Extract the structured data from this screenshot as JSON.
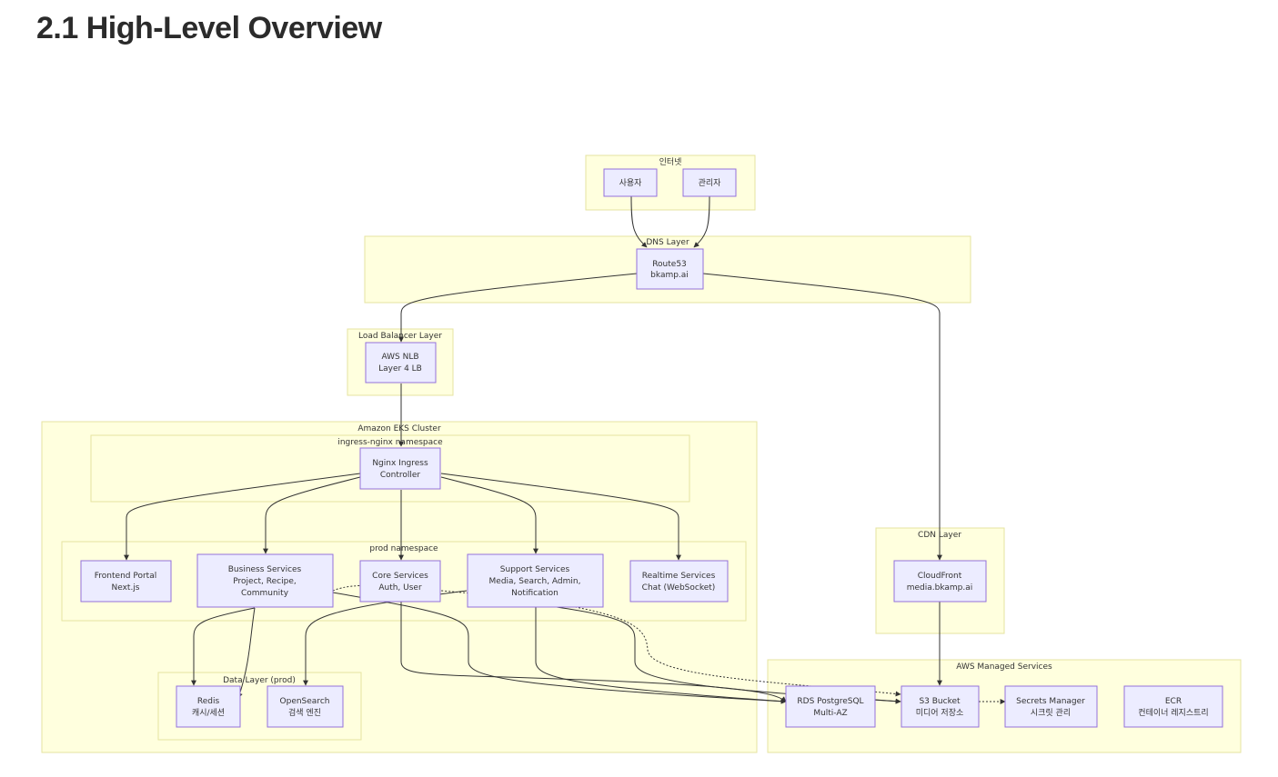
{
  "title": "2.1 High-Level Overview",
  "clusters": {
    "internet": "인터넷",
    "dns": "DNS Layer",
    "lb": "Load Balancer Layer",
    "eks": "Amazon EKS Cluster",
    "ingress": "ingress-nginx namespace",
    "prod": "prod namespace",
    "data": "Data Layer (prod)",
    "cdn": "CDN Layer",
    "aws": "AWS Managed Services"
  },
  "nodes": {
    "user": [
      "사용자"
    ],
    "admin": [
      "관리자"
    ],
    "route53": [
      "Route53",
      "bkamp.ai"
    ],
    "nlb": [
      "AWS NLB",
      "Layer 4 LB"
    ],
    "nginx": [
      "Nginx Ingress",
      "Controller"
    ],
    "frontend": [
      "Frontend Portal",
      "Next.js"
    ],
    "business": [
      "Business Services",
      "Project, Recipe,",
      "Community"
    ],
    "core": [
      "Core Services",
      "Auth, User"
    ],
    "support": [
      "Support Services",
      "Media, Search, Admin,",
      "Notification"
    ],
    "realtime": [
      "Realtime Services",
      "Chat (WebSocket)"
    ],
    "redis": [
      "Redis",
      "캐시/세션"
    ],
    "opensearch": [
      "OpenSearch",
      "검색 엔진"
    ],
    "cloudfront": [
      "CloudFront",
      "media.bkamp.ai"
    ],
    "rds": [
      "RDS PostgreSQL",
      "Multi-AZ"
    ],
    "s3": [
      "S3 Bucket",
      "미디어 저장소"
    ],
    "secrets": [
      "Secrets Manager",
      "시크릿 관리"
    ],
    "ecr": [
      "ECR",
      "컨테이너 레지스트리"
    ]
  },
  "colors": {
    "cluster_fill": "#ffffde",
    "cluster_stroke": "#e6e3a0",
    "node_fill": "#ececff",
    "node_stroke": "#9370db",
    "edge": "#333333"
  }
}
